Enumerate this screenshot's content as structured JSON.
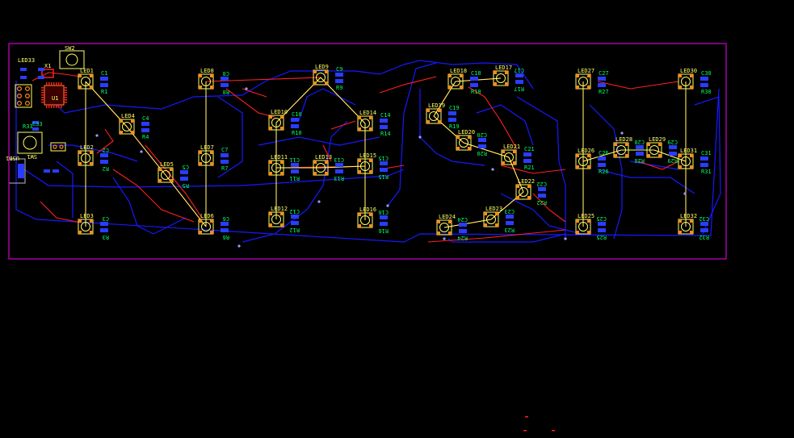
{
  "board": {
    "outline_color": "#c000c0",
    "top_trace_color": "#ff2020",
    "bottom_trace_color": "#1818ff",
    "silk_color": "#ffff66",
    "value_color": "#00ff66",
    "pad_color": "#ff8c1a",
    "smd_pad_color": "#2a3cff",
    "via_color": "#9a9aff"
  },
  "leds": [
    {
      "ref": "LED1",
      "res": "R1",
      "cap": "C1"
    },
    {
      "ref": "LED2",
      "res": "R2",
      "cap": "C2"
    },
    {
      "ref": "LED3",
      "res": "R3",
      "cap": "C3"
    },
    {
      "ref": "LED4",
      "res": "R4",
      "cap": "C4"
    },
    {
      "ref": "LED5",
      "res": "R5",
      "cap": "C5"
    },
    {
      "ref": "LED6",
      "res": "R6",
      "cap": "C6"
    },
    {
      "ref": "LED7",
      "res": "R7",
      "cap": "C7"
    },
    {
      "ref": "LED8",
      "res": "R8",
      "cap": "C8"
    },
    {
      "ref": "LED9",
      "res": "R9",
      "cap": "C9"
    },
    {
      "ref": "LED10",
      "res": "R10",
      "cap": "C10"
    },
    {
      "ref": "LED11",
      "res": "R11",
      "cap": "C11"
    },
    {
      "ref": "LED12",
      "res": "R12",
      "cap": "C12"
    },
    {
      "ref": "LED13",
      "res": "R13",
      "cap": "C13"
    },
    {
      "ref": "LED14",
      "res": "R14",
      "cap": "C14"
    },
    {
      "ref": "LED15",
      "res": "R15",
      "cap": "C15"
    },
    {
      "ref": "LED16",
      "res": "R16",
      "cap": "C16"
    },
    {
      "ref": "LED17",
      "res": "R17",
      "cap": "C17"
    },
    {
      "ref": "LED18",
      "res": "R18",
      "cap": "C18"
    },
    {
      "ref": "LED19",
      "res": "R19",
      "cap": "C19"
    },
    {
      "ref": "LED20",
      "res": "R20",
      "cap": "C20"
    },
    {
      "ref": "LED21",
      "res": "R21",
      "cap": "C21"
    },
    {
      "ref": "LED22",
      "res": "R22",
      "cap": "C22"
    },
    {
      "ref": "LED23",
      "res": "R23",
      "cap": "C23"
    },
    {
      "ref": "LED24",
      "res": "R24",
      "cap": "C24"
    },
    {
      "ref": "LED25",
      "res": "R25",
      "cap": "C25"
    },
    {
      "ref": "LED26",
      "res": "R26",
      "cap": "C26"
    },
    {
      "ref": "LED27",
      "res": "R27",
      "cap": "C27"
    },
    {
      "ref": "LED28",
      "res": "R28",
      "cap": "C28"
    },
    {
      "ref": "LED29",
      "res": "R29",
      "cap": "C29"
    },
    {
      "ref": "LED30",
      "res": "R30",
      "cap": "C30"
    },
    {
      "ref": "LED31",
      "res": "R31",
      "cap": "C31"
    },
    {
      "ref": "LED32",
      "res": "R32",
      "cap": "C32"
    }
  ],
  "misc": {
    "sw2": "SW2",
    "sw1": "SW1",
    "x1": "X1",
    "led33": "LED33",
    "u1": "U1",
    "r33": "R33",
    "usb": "USB1",
    "c33": "C33"
  }
}
